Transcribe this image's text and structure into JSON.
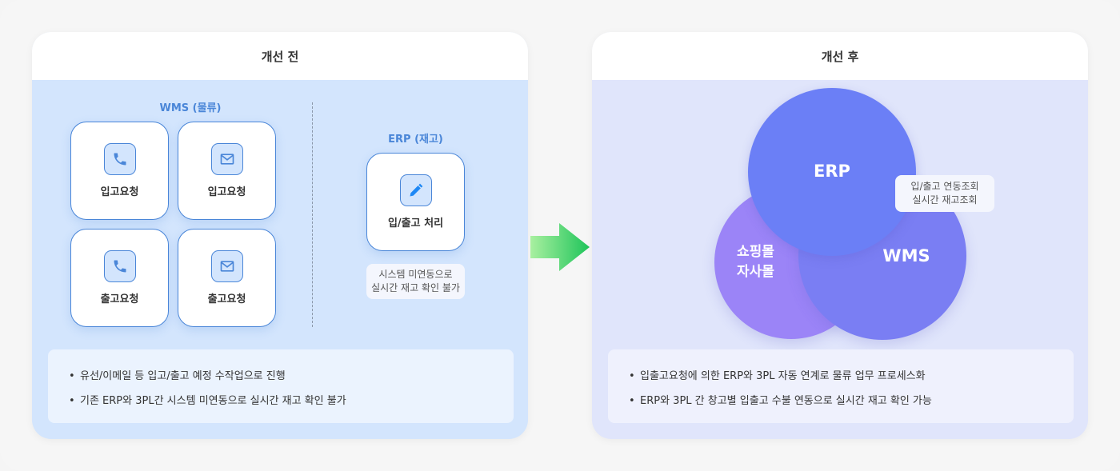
{
  "before": {
    "title": "개선 전",
    "wms_label": "WMS (물류)",
    "erp_label": "ERP (재고)",
    "cards": [
      {
        "label": "입고요청",
        "icon": "phone-icon"
      },
      {
        "label": "입고요청",
        "icon": "mail-icon"
      },
      {
        "label": "출고요청",
        "icon": "phone-icon"
      },
      {
        "label": "출고요청",
        "icon": "mail-icon"
      }
    ],
    "erp_card": {
      "label": "입/출고 처리",
      "icon": "pencil-icon"
    },
    "note": [
      "시스템 미연동으로",
      "실시간 재고 확인 불가"
    ],
    "bullets": [
      "유선/이메일 등 입고/출고 예정 수작업으로 진행",
      "기존 ERP와 3PL간 시스템 미연동으로 실시간 재고 확인 불가"
    ]
  },
  "arrow": {
    "icon": "arrow-right-icon"
  },
  "after": {
    "title": "개선 후",
    "circles": {
      "erp": "ERP",
      "shop": [
        "쇼핑몰",
        "자사몰"
      ],
      "wms": "WMS"
    },
    "note": [
      "입/출고 연동조회",
      "실시간 재고조회"
    ],
    "bullets": [
      "입출고요청에 의한 ERP와 3PL 자동 연계로 물류 업무 프로세스화",
      "ERP와 3PL 간 창고별 입출고 수불 연동으로 실시간 재고 확인 가능"
    ]
  },
  "colors": {
    "accent": "#4a86d8",
    "erp": "#6b7ff6",
    "wms": "#7a7ef3",
    "shop": "#9b84f7"
  }
}
